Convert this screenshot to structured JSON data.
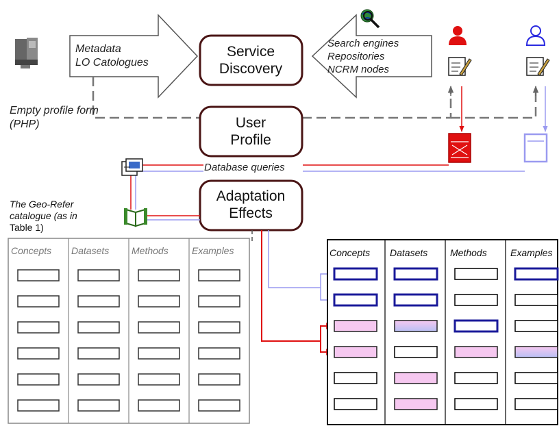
{
  "boxes": {
    "service_discovery": [
      "Service",
      "Discovery"
    ],
    "user_profile": [
      "User",
      "Profile"
    ],
    "adaptation_effects": [
      "Adaptation",
      "Effects"
    ]
  },
  "arrows": {
    "left": [
      "Metadata",
      "LO Catologues"
    ],
    "right": [
      "Search engines",
      "Repositories",
      "NCRM nodes"
    ]
  },
  "labels": {
    "empty_profile": [
      "Empty profile form",
      "(PHP)"
    ],
    "database_queries": "Database queries",
    "geo_refer": [
      "The Geo-Refer",
      "catalogue (as in",
      "Table 1)"
    ]
  },
  "left_table": {
    "headers": [
      "Concepts",
      "Datasets",
      "Methods",
      "Examples"
    ],
    "rows": 6
  },
  "right_table": {
    "headers": [
      "Concepts",
      "Datasets",
      "Methods",
      "Examples"
    ],
    "rows": 6,
    "highlight_blue": [
      [
        0,
        0
      ],
      [
        0,
        1
      ],
      [
        0,
        3
      ],
      [
        1,
        0
      ],
      [
        1,
        1
      ],
      [
        2,
        2
      ]
    ],
    "highlight_pink": [
      [
        2,
        0
      ],
      [
        3,
        0
      ],
      [
        3,
        2
      ],
      [
        4,
        1
      ],
      [
        5,
        1
      ]
    ],
    "highlight_mixed": [
      [
        2,
        1
      ],
      [
        3,
        3
      ]
    ]
  },
  "colors": {
    "box_border": "#4a1515",
    "red_user": "#e01010",
    "blue_user": "#5b5bf0",
    "blue_light": "#a8a8f0",
    "pink_fill": "#f6c8f0",
    "dashed_gray": "#777777"
  }
}
